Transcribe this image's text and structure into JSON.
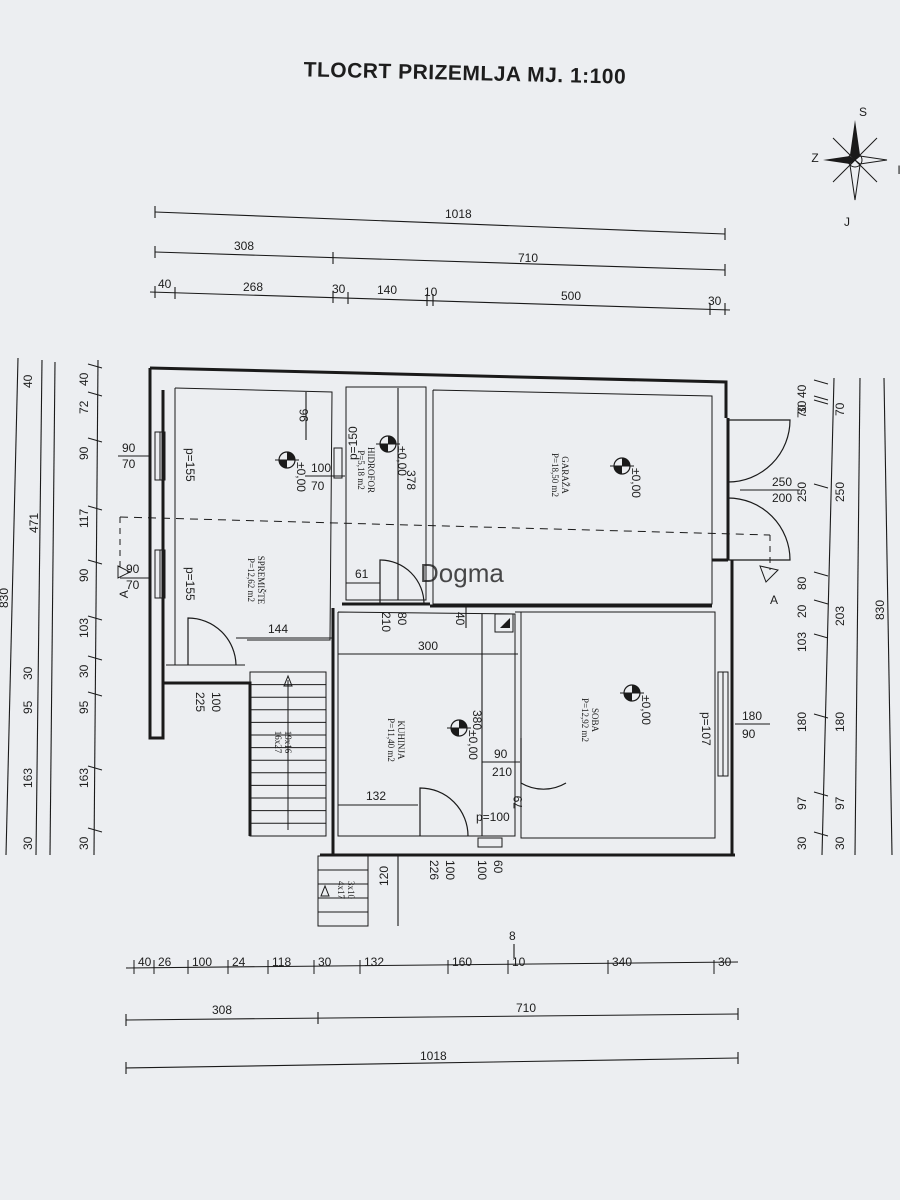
{
  "title": "TLOCRT PRIZEMLJA MJ. 1:100",
  "compass": {
    "n": "S",
    "s": "J",
    "e": "I",
    "w": "Z"
  },
  "watermark": "Dogma",
  "rooms": {
    "spremiste": {
      "name": "SPREMIŠTE",
      "area": "P=12,62 m2"
    },
    "hidrofor": {
      "name": "HIDROFOR",
      "area": "P=5,18 m2"
    },
    "garaza": {
      "name": "GARAŽA",
      "area": "P=18,50 m2"
    },
    "kuhinja": {
      "name": "KUHINJA",
      "area": "P=11,40 m2"
    },
    "soba": {
      "name": "SOBA",
      "area": "P=12,92 m2"
    }
  },
  "levels": [
    "±0,00",
    "±0,00",
    "±0,00",
    "±0,00",
    "±0,00"
  ],
  "section_marks": [
    "A",
    "A"
  ],
  "stairs": {
    "main": "19x16\n16x27",
    "small": "3x10\n4x17"
  },
  "dims_top": {
    "total": "1018",
    "row2": [
      "308",
      "710"
    ],
    "row3": [
      "40",
      "268",
      "30",
      "140",
      "10",
      "500",
      "30"
    ]
  },
  "dims_bottom": {
    "row1": [
      "40",
      "26",
      "100",
      "24",
      "118",
      "30",
      "132",
      "160",
      "10",
      "340",
      "30"
    ],
    "row2": [
      "308",
      "710"
    ],
    "total": "1018",
    "extra": "8"
  },
  "dims_left": {
    "outer": "830",
    "mid": "471",
    "chain": [
      "40",
      "72",
      "90",
      "117",
      "90",
      "103",
      "30",
      "95",
      "163",
      "30"
    ],
    "chain2": [
      "40",
      "30",
      "95",
      "163",
      "30"
    ]
  },
  "dims_right": {
    "outer": "830",
    "chain": [
      "40",
      "30",
      "70",
      "250",
      "80",
      "20",
      "103",
      "180",
      "97",
      "30"
    ],
    "chain2": [
      "70",
      "250",
      "203",
      "180",
      "97",
      "30"
    ]
  },
  "interior_dims": {
    "d96": "96",
    "w90a": "90",
    "w70a": "70",
    "p155a": "p=155",
    "w90b": "90",
    "w70b": "70",
    "p155b": "p=155",
    "d100": "100",
    "d70": "70",
    "p150": "p=150",
    "d378": "378",
    "d250": "250",
    "d200": "200",
    "d61": "61",
    "d210a": "210",
    "d80": "80",
    "d40": "40",
    "d144": "144",
    "d300": "300",
    "d100b": "100",
    "d225": "225",
    "d380": "380",
    "d90c": "90",
    "d210b": "210",
    "d79": "79",
    "d132": "132",
    "p100": "p=100",
    "d180": "180",
    "d90d": "90",
    "p107": "p=107",
    "d120": "120",
    "d100c": "100",
    "d226": "226",
    "d100d": "100",
    "d60": "60"
  },
  "colors": {
    "paper": "#eceef1",
    "ink": "#1a1a1a"
  }
}
